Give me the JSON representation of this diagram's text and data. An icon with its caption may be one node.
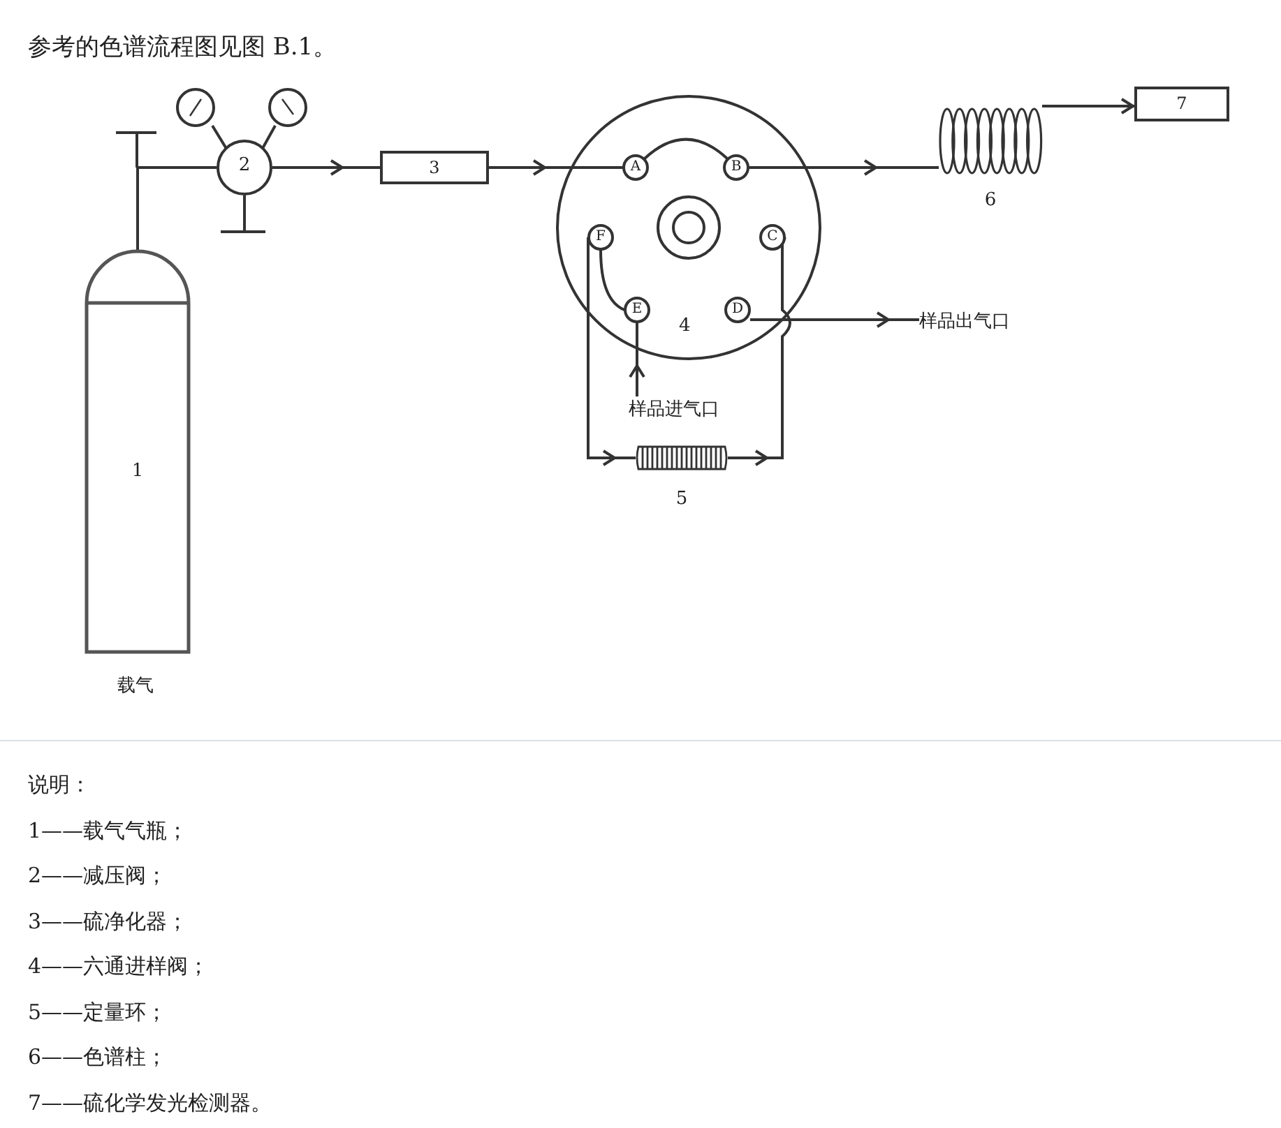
{
  "diagram": {
    "title": "参考的色谱流程图见图 B.1。",
    "nodes": [
      {
        "text": [
          "1"
        ],
        "beside": [
          "载气"
        ]
      },
      {
        "text": [
          "2"
        ]
      },
      {
        "text": [
          "3"
        ]
      },
      {
        "text": [
          "4"
        ]
      },
      {
        "text": [
          "A"
        ],
        "in": 3
      },
      {
        "text": [
          "B"
        ],
        "in": 3
      },
      {
        "text": [
          "F"
        ],
        "in": 3
      },
      {
        "text": [
          "C"
        ],
        "in": 3
      },
      {
        "text": [
          "E"
        ],
        "in": 3
      },
      {
        "text": [
          "D"
        ],
        "in": 3
      },
      {
        "text": [
          "5"
        ]
      },
      {
        "text": [
          "6"
        ]
      },
      {
        "text": [
          "7"
        ]
      },
      {
        "text": [
          "样品进气口"
        ]
      },
      {
        "text": [
          "样品出气口"
        ]
      }
    ],
    "edges": [
      {
        "from": 0,
        "to": 1,
        "arrow": "none"
      },
      {
        "from": 1,
        "to": 2,
        "arrow": "to"
      },
      {
        "from": 2,
        "to": 4,
        "arrow": "to"
      },
      {
        "from": 4,
        "to": 5,
        "arrow": "none"
      },
      {
        "from": 5,
        "to": 11,
        "arrow": "to"
      },
      {
        "from": 11,
        "to": 12,
        "arrow": "to"
      },
      {
        "from": 6,
        "to": 8,
        "arrow": "none"
      },
      {
        "from": 13,
        "to": 8,
        "arrow": "to"
      },
      {
        "from": 6,
        "to": 10,
        "arrow": "to"
      },
      {
        "from": 10,
        "to": 7,
        "arrow": "to"
      },
      {
        "from": 9,
        "to": 14,
        "arrow": "to"
      }
    ],
    "labels": [
      "说明：",
      "1——载气气瓶；",
      "2——减压阀；",
      "3——硫净化器；",
      "4——六通进样阀；",
      "5——定量环；",
      "6——色谱柱；",
      "7——硫化学发光检测器。"
    ]
  }
}
